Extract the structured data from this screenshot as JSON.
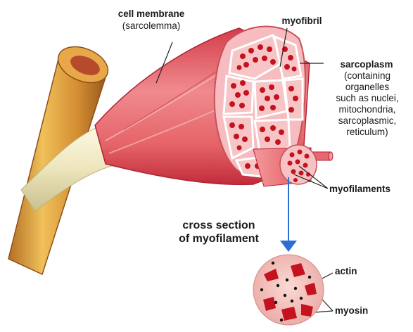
{
  "labels": {
    "cell_membrane": "cell membrane",
    "cell_membrane_alt": "(sarcolemma)",
    "myofibril": "myofibril",
    "sarcoplasm": "sarcoplasm",
    "sarcoplasm_desc": [
      "(containing",
      "organelles",
      "such as nuclei,",
      "mitochondria,",
      "sarcoplasmic,",
      "reticulum)"
    ],
    "myofilaments": "myofilaments",
    "cross_section": [
      "cross section",
      "of myofilament"
    ],
    "actin": "actin",
    "myosin": "myosin"
  },
  "colors": {
    "tendon": "#e7b24a",
    "tendon_shadow": "#b0702a",
    "connective": "#f6f1d2",
    "muscle": "#e76a6f",
    "muscle_dark": "#c83c48",
    "fiber_pink": "#f9c6c6",
    "myofibril_red": "#c5121f",
    "arrow_blue": "#2c6fd1",
    "cross_bg": "#f5c9c4"
  }
}
